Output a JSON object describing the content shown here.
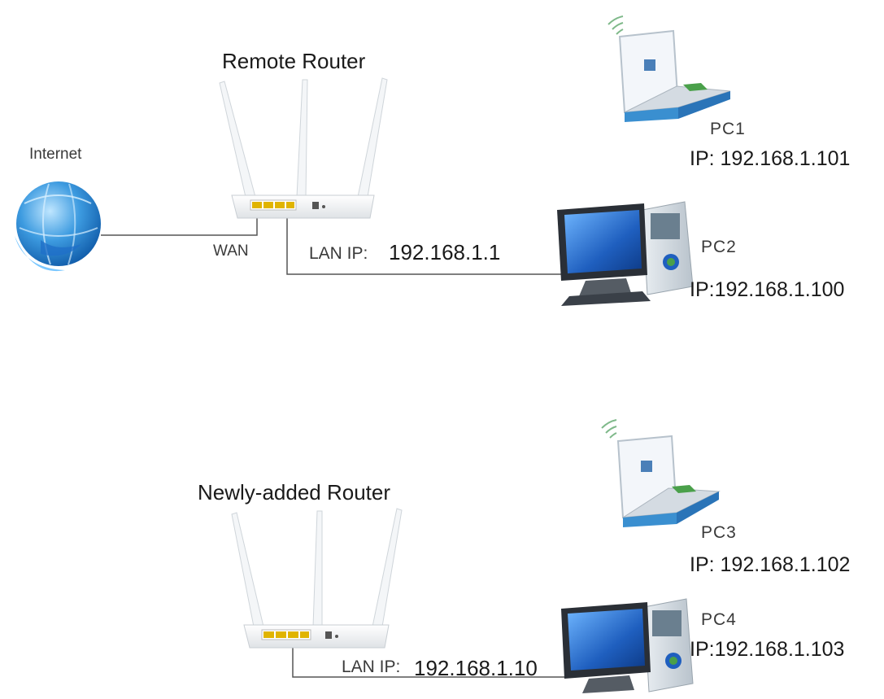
{
  "internet": {
    "label": "Internet"
  },
  "remote_router": {
    "title": "Remote Router",
    "wan_label": "WAN",
    "lan_ip_label": "LAN IP:",
    "lan_ip_value": "192.168.1.1"
  },
  "new_router": {
    "title": "Newly-added Router",
    "lan_ip_label": "LAN IP:",
    "lan_ip_value": "192.168.1.10"
  },
  "pcs": [
    {
      "name": "PC1",
      "ip_label": "IP:",
      "ip_value": "192.168.1.101"
    },
    {
      "name": "PC2",
      "ip_label": "IP:",
      "ip_value": "192.168.1.100"
    },
    {
      "name": "PC3",
      "ip_label": "IP:",
      "ip_value": "192.168.1.102"
    },
    {
      "name": "PC4",
      "ip_label": "IP:",
      "ip_value": "192.168.1.103"
    }
  ],
  "colors": {
    "line": "#555555",
    "globe": "#2f8fd6",
    "screen": "#1f5fbf",
    "port": "#e0b400"
  }
}
